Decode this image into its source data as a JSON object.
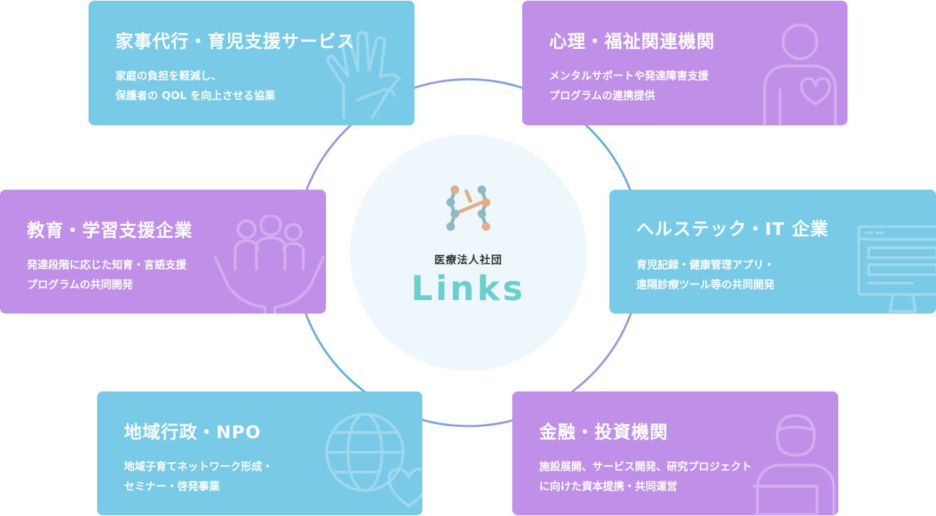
{
  "center": {
    "org_name": "医療法人社団",
    "brand_name": "Links"
  },
  "cards": {
    "housework": {
      "title": "家事代行・育児支援サービス",
      "lines": [
        "家庭の負担を軽減し、",
        "保護者の QOL を向上させる協業"
      ]
    },
    "psychology": {
      "title": "心理・福祉関連機関",
      "lines": [
        "メンタルサポートや発達障害支援",
        "プログラムの連携提供"
      ]
    },
    "education": {
      "title": "教育・学習支援企業",
      "lines": [
        "発達段階に応じた知育・言語支援",
        "プログラムの共同開発"
      ]
    },
    "healthtech": {
      "title": "ヘルステック・IT 企業",
      "lines": [
        "育児記録・健康管理アプリ・",
        "遠隔診療ツール等の共同開発"
      ]
    },
    "local": {
      "title": "地域行政・NPO",
      "lines": [
        "地域子育てネットワーク形成・",
        "セミナー・啓発事業"
      ]
    },
    "finance": {
      "title": "金融・投資機関",
      "lines": [
        "施設展開、サービス開発、研究プロジェクト",
        "に向けた資本提携・共同運営"
      ]
    }
  },
  "icons": {
    "housework": "hands-icon",
    "psychology": "person-heart-icon",
    "education": "family-hands-icon",
    "healthtech": "monitor-icon",
    "local": "globe-heart-icon",
    "finance": "presenter-icon"
  },
  "colors": {
    "card_blue": "#78cae6",
    "card_purple": "#c08fe8",
    "ring_blue": "#5bb3d6",
    "ring_purple": "#b58be0",
    "center_bg": "#eef7fb",
    "brand_text": "#6ccfcf",
    "logo_blue": "#8fb8c4",
    "logo_orange": "#e2ad88"
  }
}
